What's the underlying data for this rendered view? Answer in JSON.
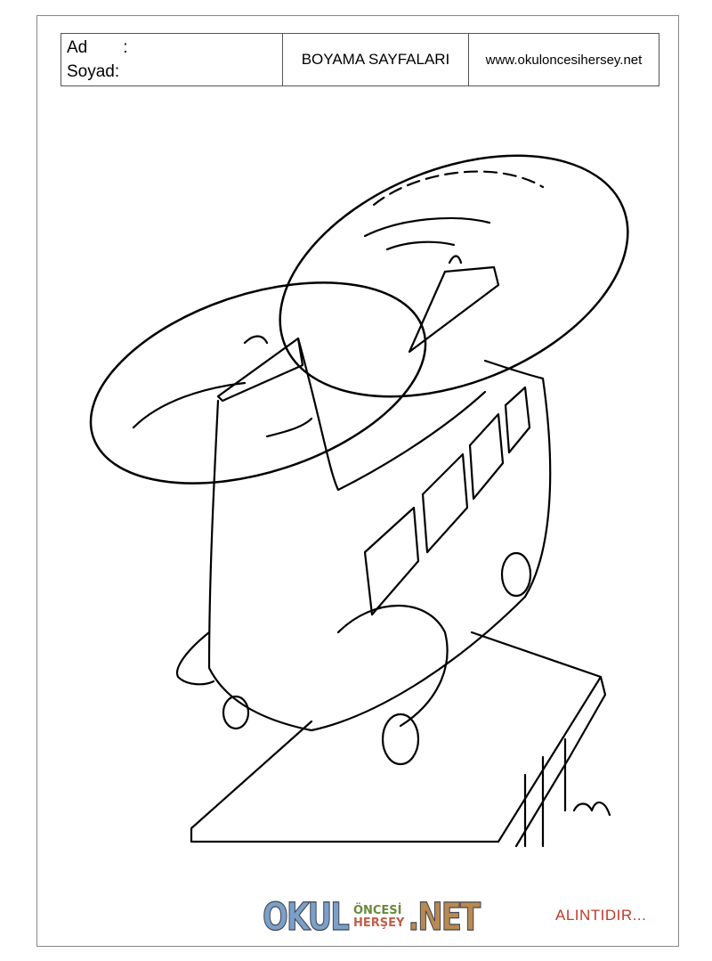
{
  "header": {
    "name_label": "Ad",
    "name_colon": ":",
    "surname_label": "Soyad:",
    "title": "BOYAMA SAYFALARI",
    "website": "www.okuloncesihersey.net"
  },
  "drawing": {
    "subject": "helicopter-coloring-image"
  },
  "footer": {
    "logo_word1": "OKUL",
    "logo_word2": "ÖNCESİ",
    "logo_word3": "HERŞEY",
    "logo_word4": ".NET",
    "credit": "ALINTIDIR..."
  },
  "colors": {
    "credit": "#c0392b",
    "frame": "#888888"
  }
}
